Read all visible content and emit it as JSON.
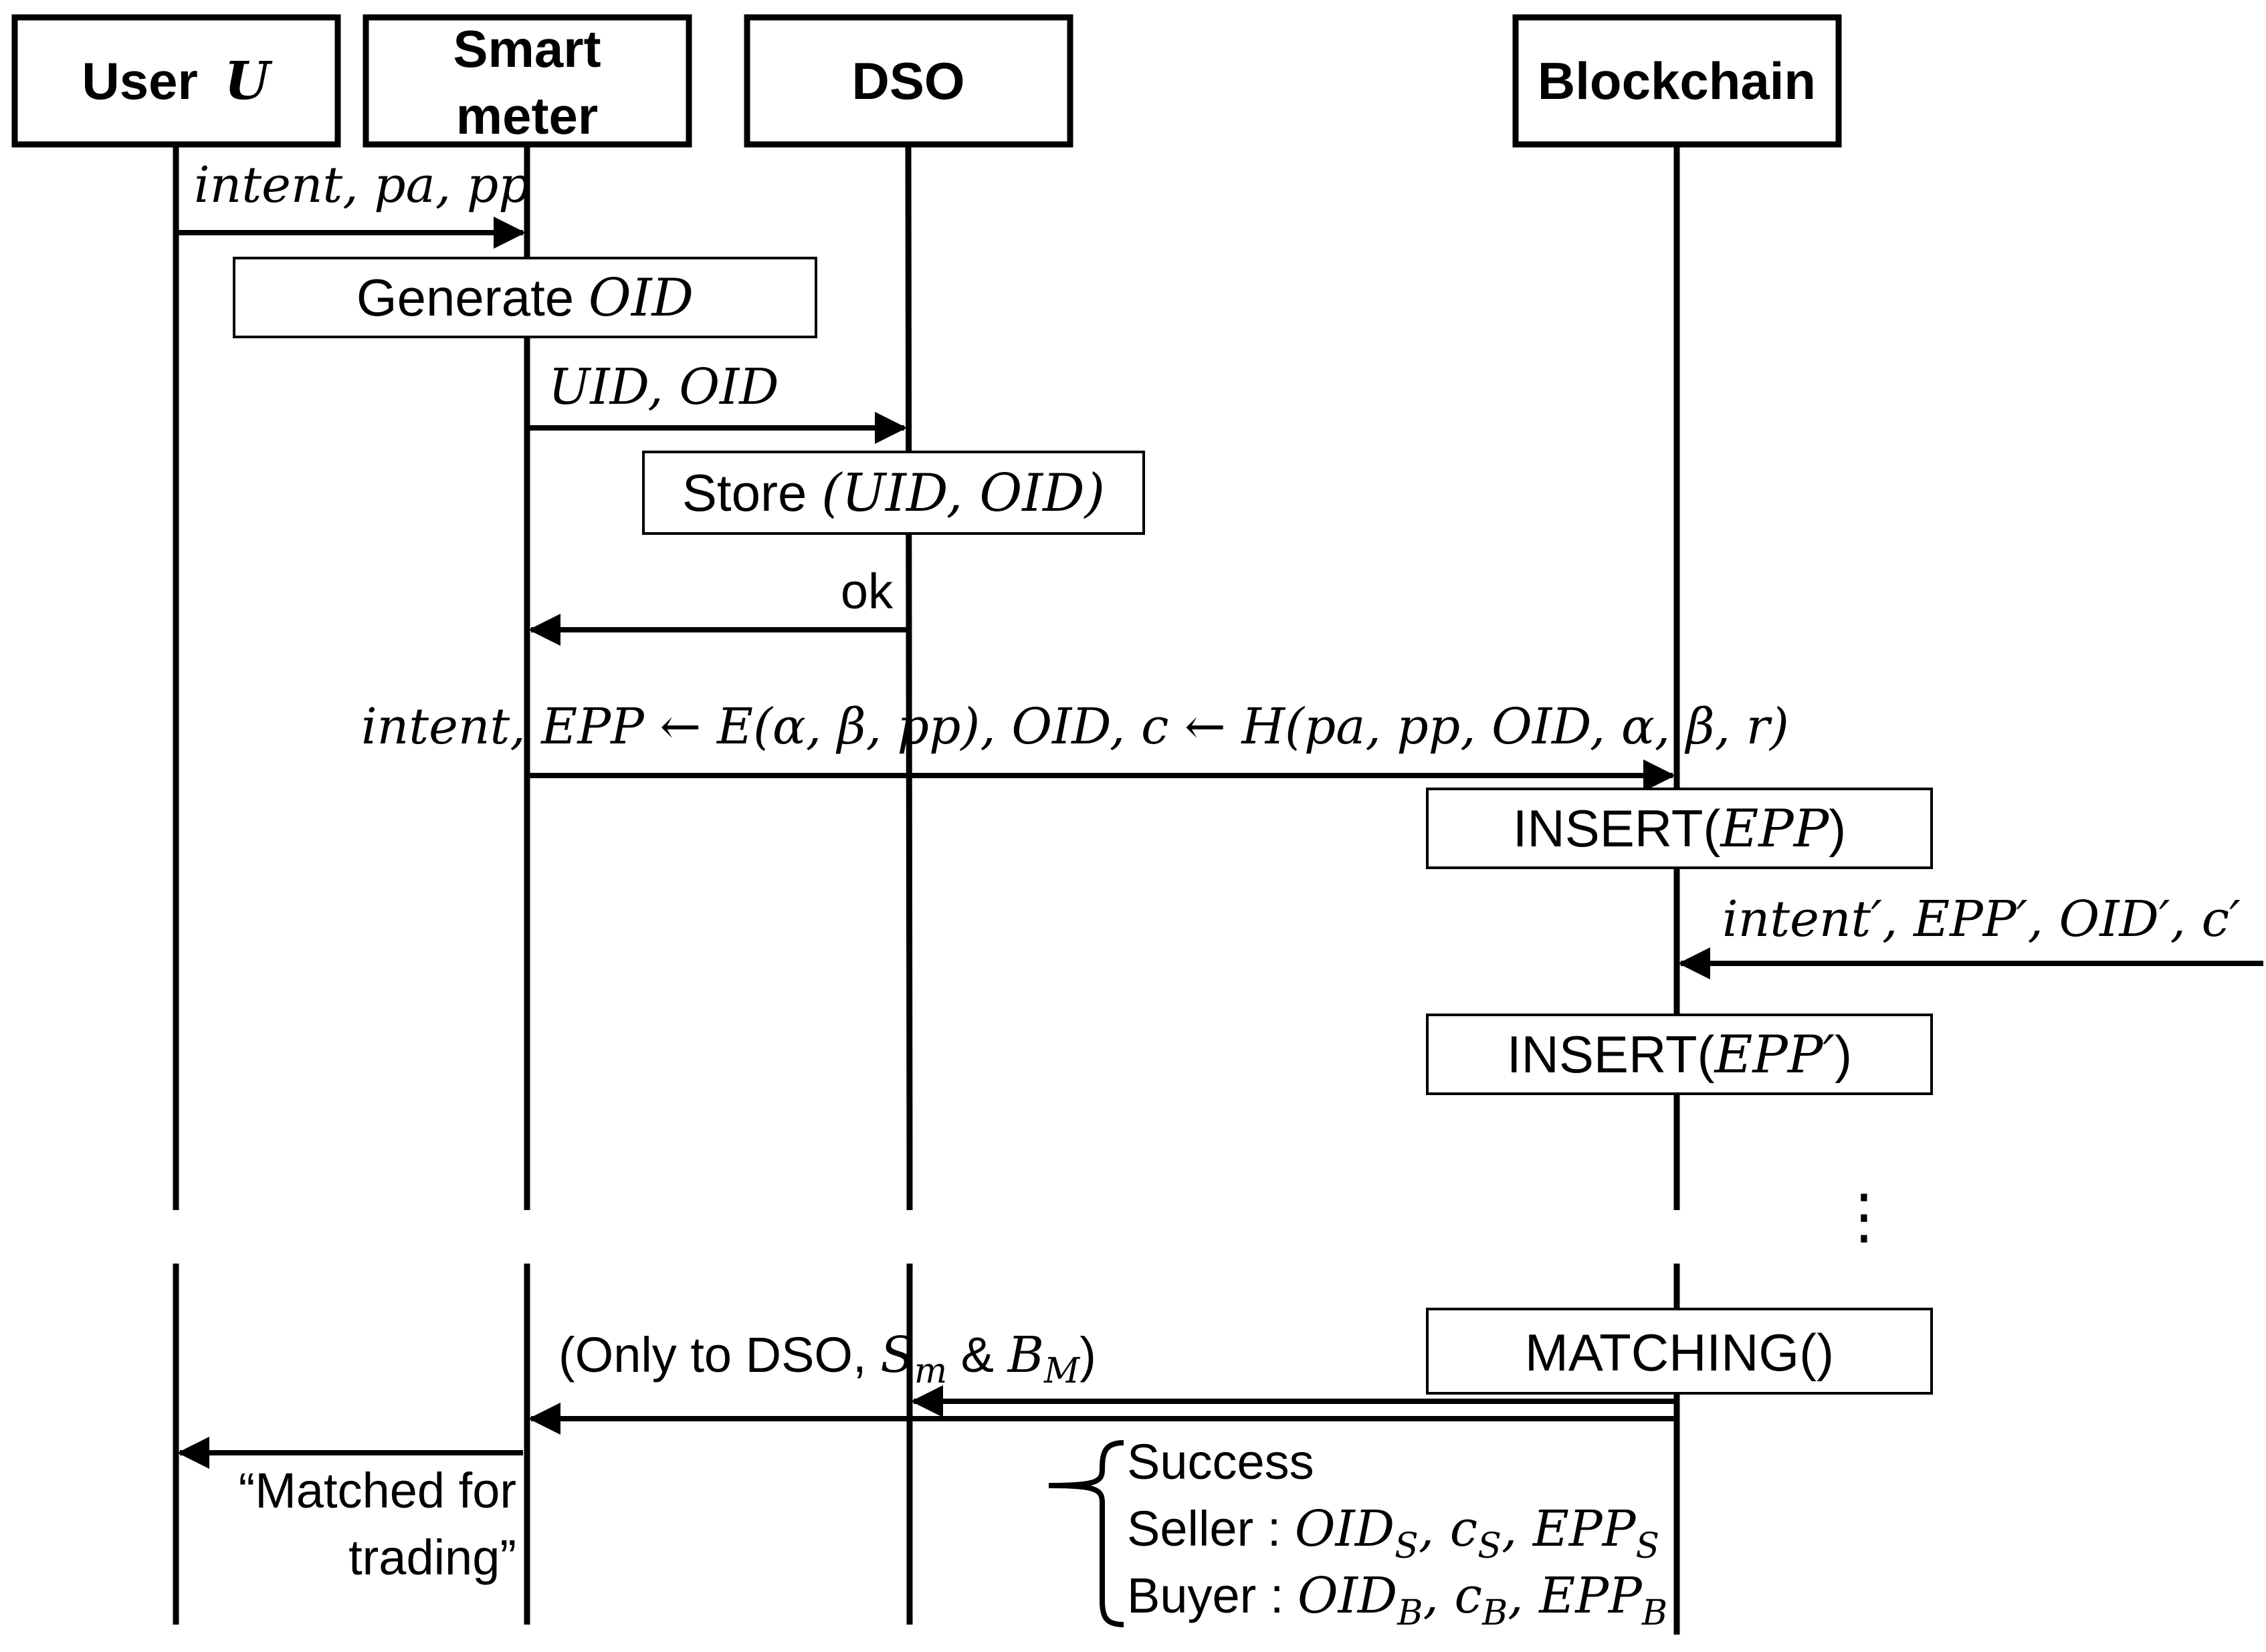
{
  "participants": {
    "user": {
      "label": "User",
      "symbol": "U"
    },
    "smart_meter": {
      "line1": "Smart",
      "line2": "meter"
    },
    "dso": {
      "label": "DSO"
    },
    "blockchain": {
      "label": "Blockchain"
    }
  },
  "messages": {
    "m1": "intent, pa, pp",
    "m2": "UID, OID",
    "m3": "ok",
    "m4": "intent, EPP ← E(α, β, pp), OID, c ← H(pa, pp, OID, α, β, r)",
    "m5": "intent′, EPP′, OID′,  c′",
    "m6_prefix": "(Only to DSO, ",
    "m6_s": "S",
    "m6_s_sub": "m",
    "m6_amp": " & ",
    "m6_b": "B",
    "m6_b_sub": "M",
    "m6_suffix": ")",
    "m7_line1": "“Matched for",
    "m7_line2": "trading”"
  },
  "actions": {
    "generate": {
      "text": "Generate ",
      "math": "OID"
    },
    "store": {
      "text": "Store ",
      "math": "(UID, OID)"
    },
    "insert1": {
      "text": "INSERT(",
      "math": "EPP",
      "close": ")"
    },
    "insert2": {
      "text": "INSERT(",
      "math": "EPP′",
      "close": ")"
    },
    "matching": {
      "text": "MATCHING()"
    }
  },
  "ellipsis": "⋮",
  "result": {
    "success": "Success",
    "seller_label": "Seller : ",
    "buyer_label": "Buyer : ",
    "seller_oid": "OID",
    "seller_oid_sub": "S",
    "seller_c": "c",
    "seller_c_sub": "S",
    "seller_epp": "EPP",
    "seller_epp_sub": "S",
    "buyer_oid": "OID",
    "buyer_oid_sub": "B",
    "buyer_c": "c",
    "buyer_c_sub": "B",
    "buyer_epp": "EPP",
    "buyer_epp_sub": "B",
    "sep": ", "
  }
}
